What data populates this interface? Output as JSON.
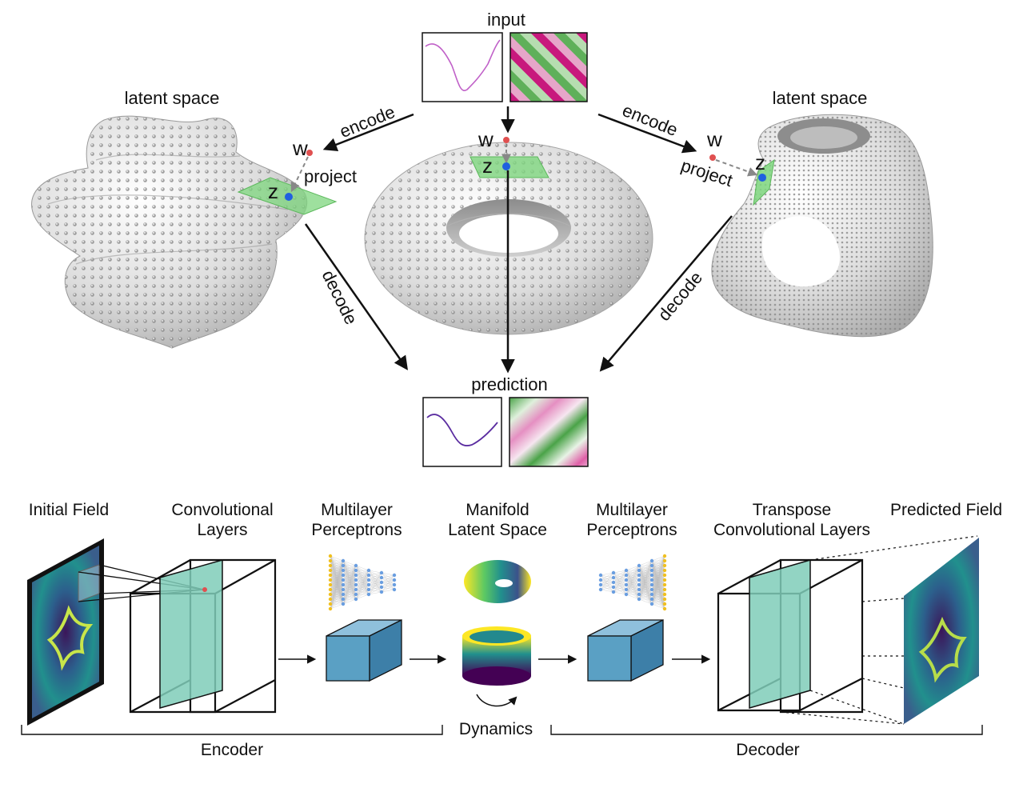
{
  "top": {
    "input_label": "input",
    "prediction_label": "prediction",
    "latent_left": "latent space",
    "latent_right": "latent space",
    "encode_left": "encode",
    "encode_right": "encode",
    "decode_left": "decode",
    "decode_right": "decode",
    "project_left": "project",
    "project_right": "project",
    "w_left": "w",
    "w_center": "w",
    "w_right": "w",
    "z_left": "z",
    "z_center": "z",
    "z_right": "z"
  },
  "bottom": {
    "initial_field": "Initial Field",
    "conv_layers_1": "Convolutional",
    "conv_layers_2": "Layers",
    "mlp_left_1": "Multilayer",
    "mlp_left_2": "Perceptrons",
    "manifold_1": "Manifold",
    "manifold_2": "Latent Space",
    "mlp_right_1": "Multilayer",
    "mlp_right_2": "Perceptrons",
    "transpose_1": "Transpose",
    "transpose_2": "Convolutional Layers",
    "predicted_field": "Predicted Field",
    "dynamics": "Dynamics",
    "encoder": "Encoder",
    "decoder": "Decoder"
  },
  "colors": {
    "curve": "#c060c8",
    "pred_curve": "#5a2ca0",
    "magenta": "#c8197d",
    "green": "#3f9a3a",
    "plane": "#7ed67e",
    "w_point": "#e05050",
    "z_point": "#2060e0",
    "surface": "#cfcfcf",
    "teal": "#7fcdb8",
    "cube_blue": "#5aa0c4",
    "viridis_dark": "#3b1659",
    "viridis_teal": "#21908d",
    "viridis_yellow": "#fde725"
  }
}
